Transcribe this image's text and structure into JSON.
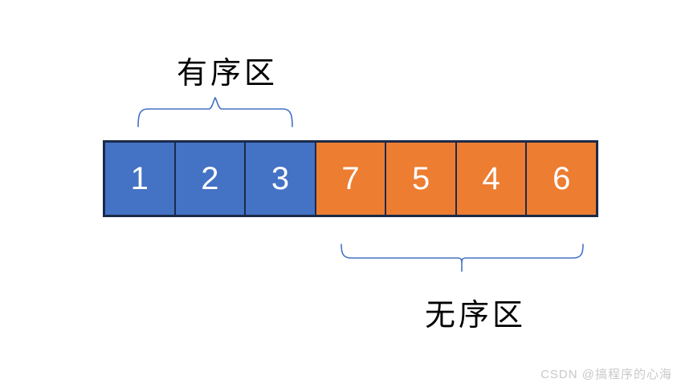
{
  "labels": {
    "sorted_region": "有序区",
    "unsorted_region": "无序区"
  },
  "array": {
    "cells": [
      {
        "value": "1",
        "state": "sorted"
      },
      {
        "value": "2",
        "state": "sorted"
      },
      {
        "value": "3",
        "state": "sorted"
      },
      {
        "value": "7",
        "state": "unsorted"
      },
      {
        "value": "5",
        "state": "unsorted"
      },
      {
        "value": "4",
        "state": "unsorted"
      },
      {
        "value": "6",
        "state": "unsorted"
      }
    ]
  },
  "icons": {
    "top_brace": "over-brace-icon",
    "bottom_brace": "under-brace-icon"
  },
  "colors": {
    "sorted_cell_fill": "#4472C4",
    "unsorted_cell_fill": "#ED7D31",
    "cell_border": "#1B2A4A",
    "brace_stroke": "#4472C4",
    "cell_number": "#FFFFFF",
    "label_text": "#000000",
    "watermark": "#C9C9C9",
    "canvas_bg": "#FFFFFF"
  },
  "watermark": {
    "text": "CSDN @搞程序的心海"
  }
}
